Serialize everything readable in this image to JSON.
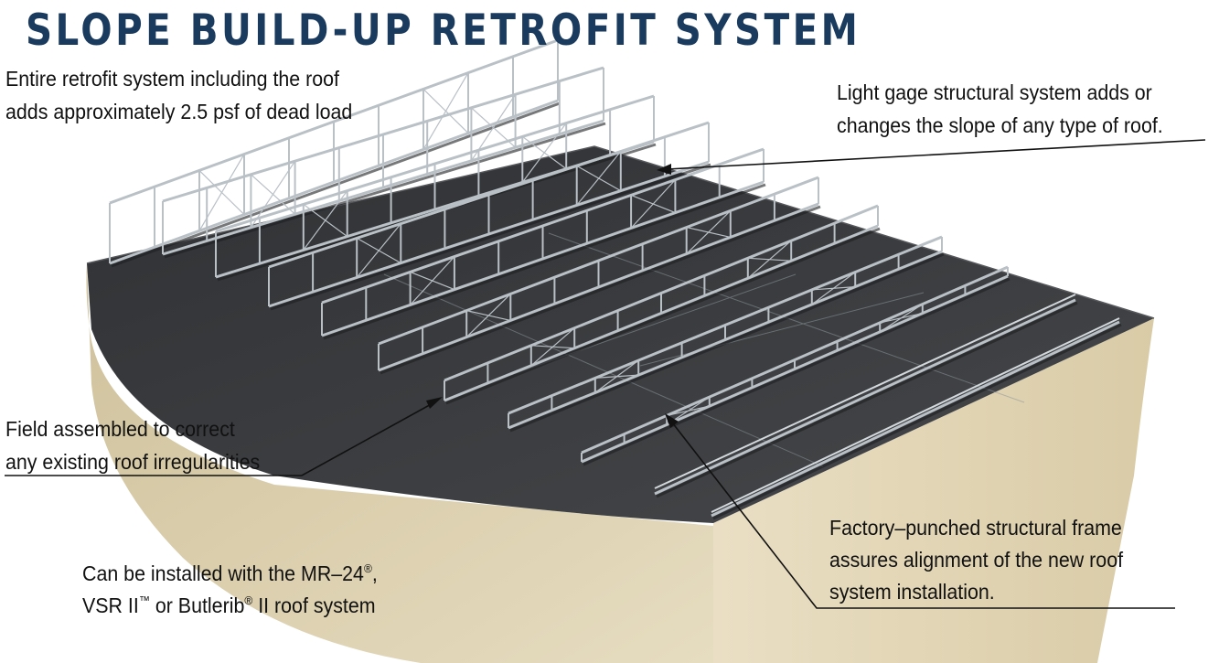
{
  "title": "SLOPE BUILD-UP RETROFIT SYSTEM",
  "callouts": {
    "dead_load": {
      "line1": "Entire retrofit system including the roof",
      "line2": "adds approximately 2.5 psf of dead load"
    },
    "light_gage": {
      "line1": "Light gage structural system adds or",
      "line2": "changes the slope of any type of roof."
    },
    "field_assembled": {
      "line1": "Field assembled to correct",
      "line2": "any existing roof irregularities"
    },
    "factory_punched": {
      "line1": "Factory–punched structural frame",
      "line2": "assures alignment of the new roof",
      "line3": "system installation."
    },
    "compatibility": {
      "line1_text": "Can be installed with the MR–24",
      "line1_mark": "®",
      "line1_end": ",",
      "line2_a": "VSR II",
      "line2_tm": "™",
      "line2_b": " or Butlerib",
      "line2_reg": "®",
      "line2_c": " II roof system"
    }
  },
  "colors": {
    "title": "#1a3a5e",
    "roof_membrane": "#3a3c3f",
    "building_wall": "#e2d6b4",
    "frame_steel": "#b9c0c6"
  }
}
